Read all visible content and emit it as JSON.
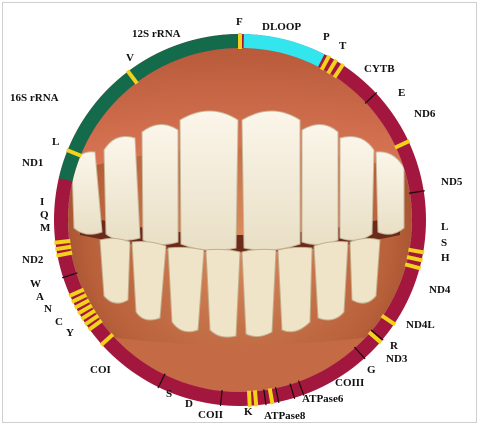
{
  "colors": {
    "ring_main": "#a3163e",
    "rrna_green": "#146b4b",
    "dloop_cyan": "#33e6ee",
    "trna_yellow": "#f2d21b",
    "divider": "#1a0a0e",
    "enamel": "#f4efe0",
    "gum": "#d66a4a",
    "skin": "#c06f44"
  },
  "picture": {
    "kind": "photograph of front teeth and gums inside a circular mitochondrial genome map",
    "icon": "teeth-photo"
  },
  "labels": {
    "f": "F",
    "dloop": "DLOOP",
    "p": "P",
    "t": "T",
    "cytb": "CYTB",
    "e": "E",
    "nd6": "ND6",
    "nd5": "ND5",
    "l_right": "L",
    "s_right": "S",
    "h": "H",
    "nd4": "ND4",
    "nd4l": "ND4L",
    "r": "R",
    "nd3": "ND3",
    "g": "G",
    "coiii": "COIII",
    "atpase6": "ATPase6",
    "atpase8": "ATPase8",
    "k": "K",
    "coii": "COII",
    "d": "D",
    "s_left": "S",
    "coi": "COI",
    "y": "Y",
    "c": "C",
    "n": "N",
    "a": "A",
    "w": "W",
    "nd2": "ND2",
    "m": "M",
    "q": "Q",
    "i": "I",
    "nd1": "ND1",
    "l_left": "L",
    "rrna16s": "16S rRNA",
    "v": "V",
    "rrna12s": "12S rRNA"
  }
}
